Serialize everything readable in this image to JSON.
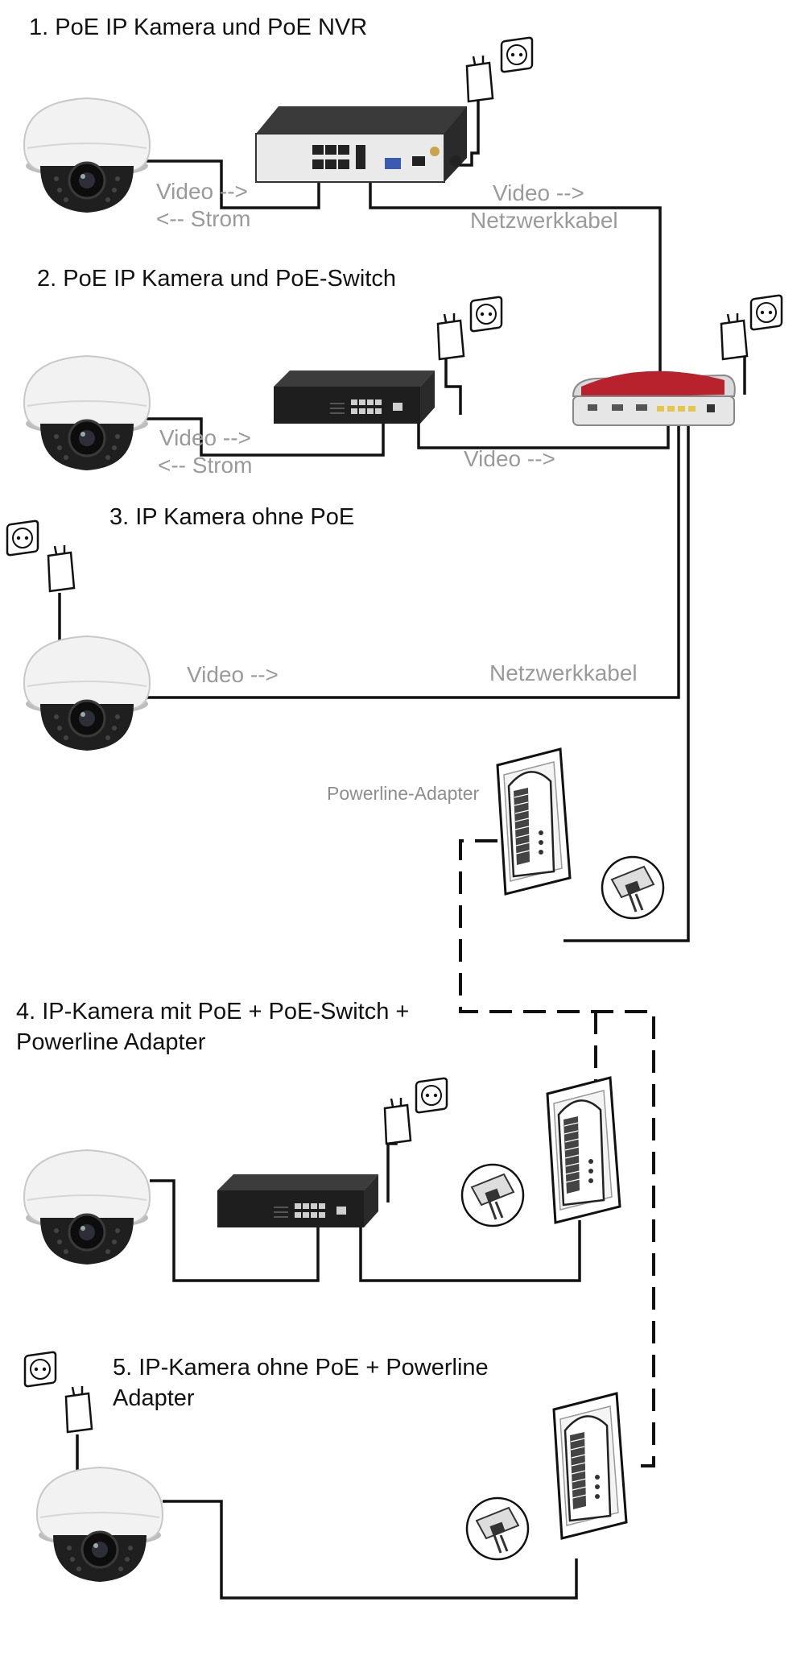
{
  "sections": [
    {
      "heading": "1. PoE IP Kamera und PoE NVR"
    },
    {
      "heading": "2. PoE IP Kamera und PoE-Switch"
    },
    {
      "heading": "3. IP Kamera ohne PoE"
    },
    {
      "heading_line1": "4. IP-Kamera mit PoE + PoE-Switch +",
      "heading_line2": "Powerline Adapter"
    },
    {
      "heading_line1": "5. IP-Kamera ohne PoE + Powerline",
      "heading_line2": "Adapter"
    }
  ],
  "labels": {
    "video": "Video -->",
    "strom": "<-- Strom",
    "netzwerkkabel": "Netzwerkkabel",
    "powerline_adapter": "Powerline-Adapter"
  },
  "colors": {
    "heading": "#111111",
    "label": "#9a9a9a",
    "cable": "#111111",
    "device_dark": "#2b2b2b",
    "router_red": "#b8222c"
  },
  "icons": [
    "dome-camera-icon",
    "poe-nvr-icon",
    "poe-switch-icon",
    "router-icon",
    "power-plug-icon",
    "wall-socket-icon",
    "powerline-adapter-icon",
    "ethernet-port-closeup-icon"
  ]
}
